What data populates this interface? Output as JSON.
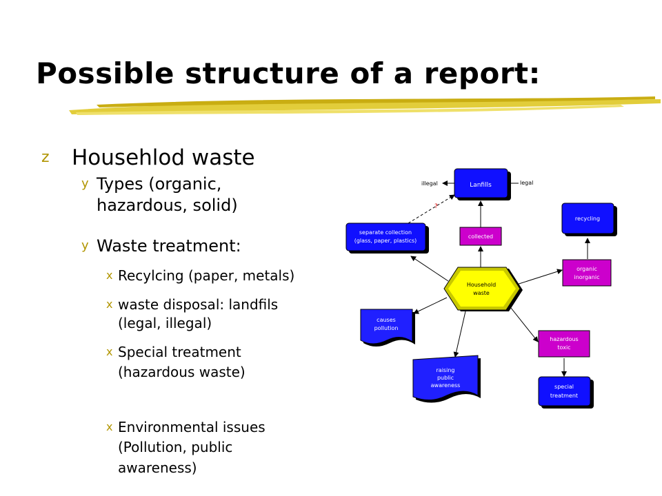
{
  "title": "Possible structure of a report:",
  "bullets": {
    "level1_marker": "z",
    "level2_marker": "y",
    "level3_marker": "x"
  },
  "outline": {
    "heading": "Househlod waste",
    "types_line1": "Types (organic,",
    "types_line2": "hazardous, solid)",
    "treatment": "Waste treatment:",
    "recycling": "Recylcing (paper, metals)",
    "disposal_line1": "waste disposal: landfils",
    "disposal_line2": "(legal, illegal)",
    "special_line1": "Special treatment",
    "special_line2": "(hazardous waste)",
    "env_line1": "Environmental issues",
    "env_line2": "(Pollution, public",
    "env_line3": "awareness)"
  },
  "diagram": {
    "landfills": "Lanfills",
    "illegal": "illegal",
    "legal": "legal",
    "question": "?",
    "separate_line1": "separate collection",
    "separate_line2": "(glass, paper, plastics)",
    "collected": "collected",
    "recycling": "recycling",
    "household_line1": "Household",
    "household_line2": "waste",
    "organic": "organic",
    "inorganic": "inorganic",
    "causes": "causes",
    "pollution": "pollution",
    "hazardous": "hazardous",
    "toxic": "toxic",
    "raising": "raising",
    "public": "public",
    "awareness": "awareness",
    "special": "special",
    "treatment": "treatment"
  },
  "colors": {
    "blue_fill": "#0000ff",
    "purple_fill": "#cc00cc",
    "hub_fill": "#ffff00",
    "brush": "#d9c21a"
  }
}
